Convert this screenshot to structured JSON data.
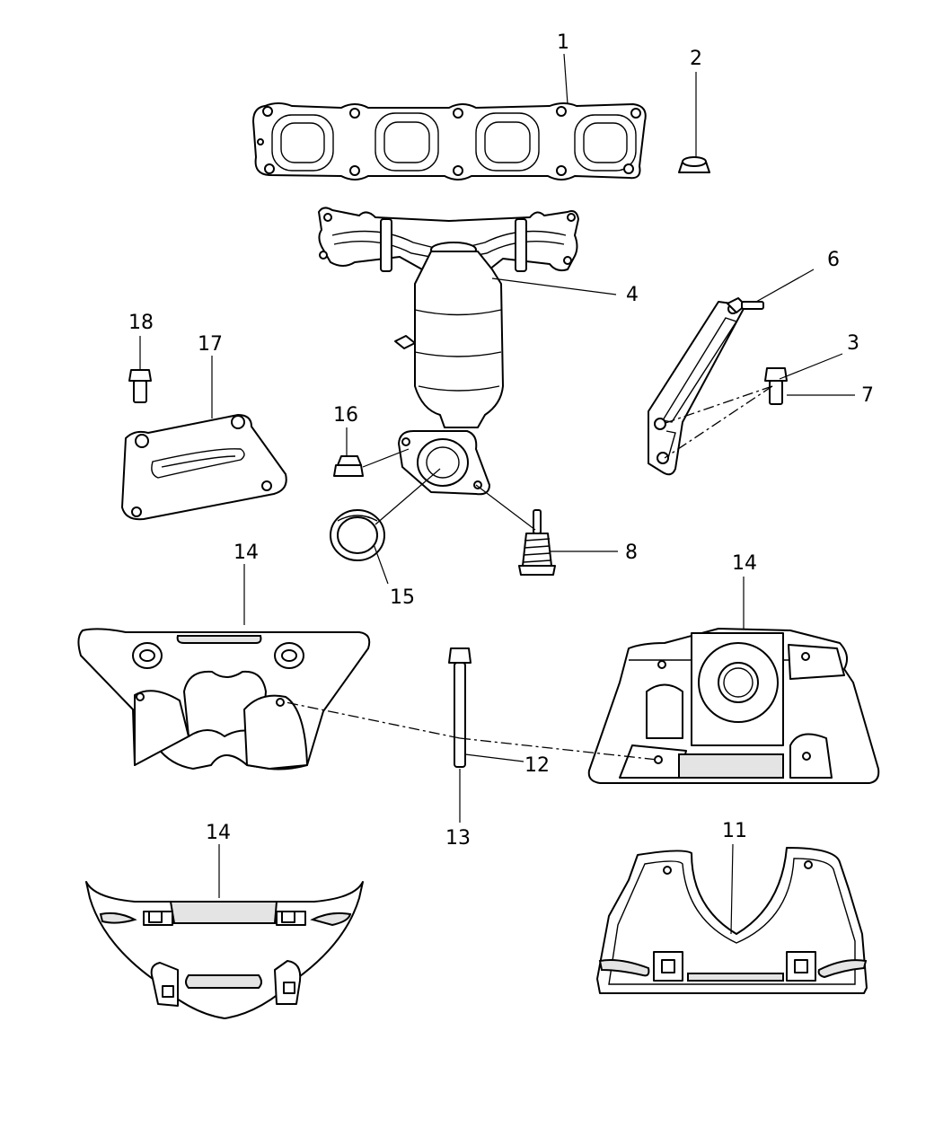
{
  "callouts": {
    "c1": "1",
    "c2": "2",
    "c3": "3",
    "c4": "4",
    "c6": "6",
    "c7": "7",
    "c8": "8",
    "c11": "11",
    "c12": "12",
    "c13": "13",
    "c14a": "14",
    "c14b": "14",
    "c14c": "14",
    "c15": "15",
    "c16": "16",
    "c17": "17",
    "c18": "18"
  }
}
